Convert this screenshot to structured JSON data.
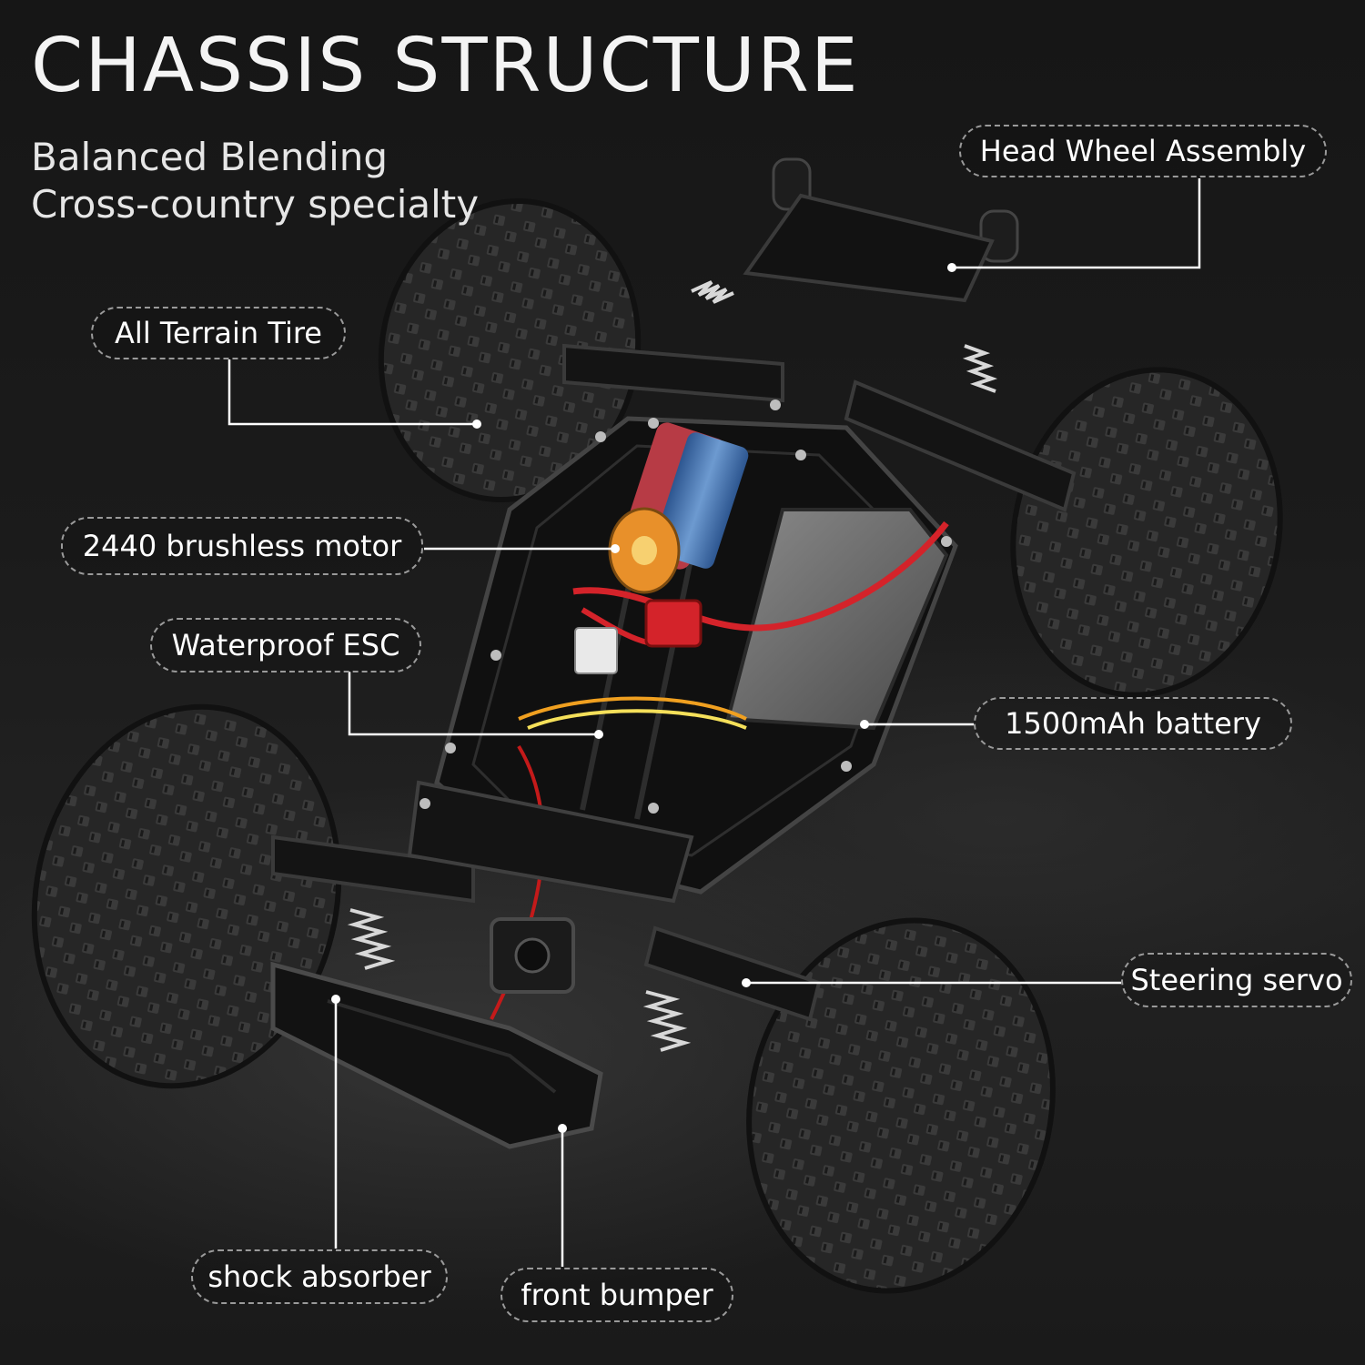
{
  "header": {
    "title": "CHASSIS STRUCTURE",
    "subtitle_line1": "Balanced Blending",
    "subtitle_line2": "Cross-country specialty"
  },
  "callouts": {
    "head_wheel_assembly": "Head Wheel Assembly",
    "all_terrain_tire": "All Terrain Tire",
    "brushless_motor": "2440 brushless motor",
    "waterproof_esc": "Waterproof ESC",
    "battery": "1500mAh battery",
    "steering_servo": "Steering servo",
    "shock_absorber": "shock absorber",
    "front_bumper": "front bumper"
  },
  "colors": {
    "background": "#161616",
    "callout_border": "#9a9a9a",
    "leader_line": "#ffffff",
    "motor_red": "#c8464e",
    "motor_blue": "#3f6ea8",
    "motor_orange": "#e8902a",
    "wire_red": "#d4232a",
    "battery_gray": "#6e6e6e"
  }
}
